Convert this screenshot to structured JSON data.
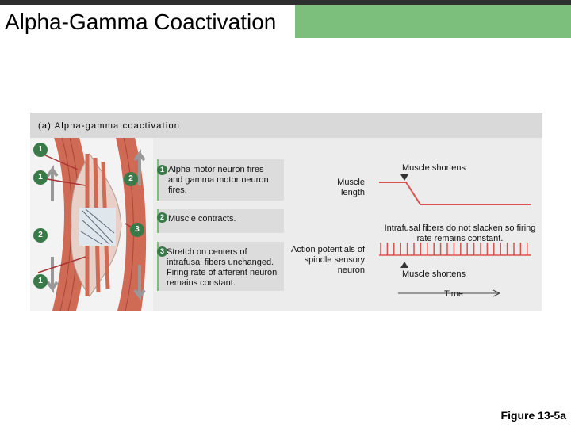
{
  "slide": {
    "title": "Alpha-Gamma Coactivation",
    "figure_caption": "Figure 13-5a"
  },
  "figure": {
    "panel_label": "(a) Alpha-gamma coactivation",
    "badges": [
      "1",
      "1",
      "2",
      "3",
      "2",
      "1"
    ],
    "steps": [
      {
        "num": "1",
        "text": "Alpha motor neuron fires and gamma motor neuron fires."
      },
      {
        "num": "2",
        "text": "Muscle contracts."
      },
      {
        "num": "3",
        "text": "Stretch on centers of intrafusal fibers unchanged. Firing rate of afferent neuron remains constant."
      }
    ],
    "graph": {
      "muscle_length_label": "Muscle length",
      "muscle_shortens_top": "Muscle shortens",
      "intrafusal_note": "Intrafusal fibers do not slacken so firing rate remains constant.",
      "action_potentials_label": "Action potentials of spindle sensory neuron",
      "muscle_shortens_bottom": "Muscle shortens",
      "time_label": "Time"
    },
    "colors": {
      "title_bar": "#7cbf7c",
      "badge": "#3a7a48",
      "trace": "#d9534f",
      "muscle": "#cf6a55"
    }
  }
}
